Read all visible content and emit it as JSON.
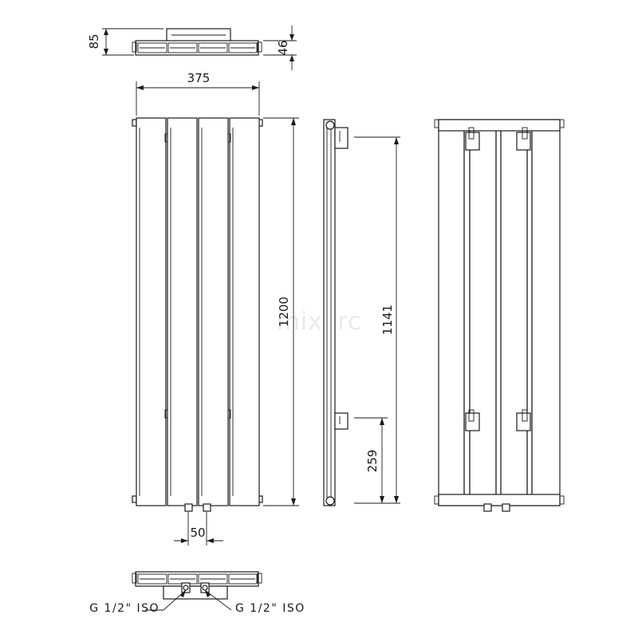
{
  "watermark": "mixorc",
  "dimensions": {
    "top_depth": "85",
    "top_depth_small": "46",
    "width": "375",
    "height": "1200",
    "bracket_span": "1141",
    "bottom_bracket": "259",
    "connection_spacing": "50"
  },
  "connections": {
    "left_label": "G 1/2\" ISO",
    "right_label": "G 1/2\" ISO"
  }
}
